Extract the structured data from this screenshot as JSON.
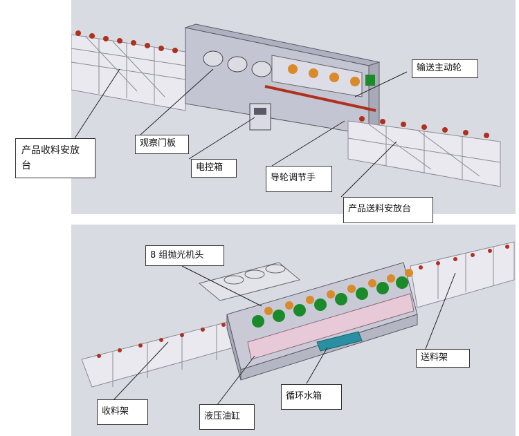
{
  "top_view": {
    "labels": {
      "drive_wheel": "输送主动轮",
      "receive_platform": "产品收料安放\n台",
      "inspection_door": "观察门板",
      "control_box": "电控箱",
      "guide_wheel_adjuster": "导轮调节手",
      "feed_platform": "产品送料安放台"
    }
  },
  "bottom_view": {
    "labels": {
      "polish_heads": "8 组抛光机头",
      "feed_rack": "送料架",
      "receive_rack": "收料架",
      "hydraulic_cylinder": "液压油缸",
      "water_tank": "循环水箱"
    }
  },
  "colors": {
    "background": "#d9dbe3",
    "machine_body": "#c9cad6",
    "frame": "#e8e8ee",
    "motor_green": "#1a8a2a",
    "wheel_orange": "#d98a2a",
    "roller_red": "#b0301e",
    "water_tank": "#2a8fa0"
  }
}
